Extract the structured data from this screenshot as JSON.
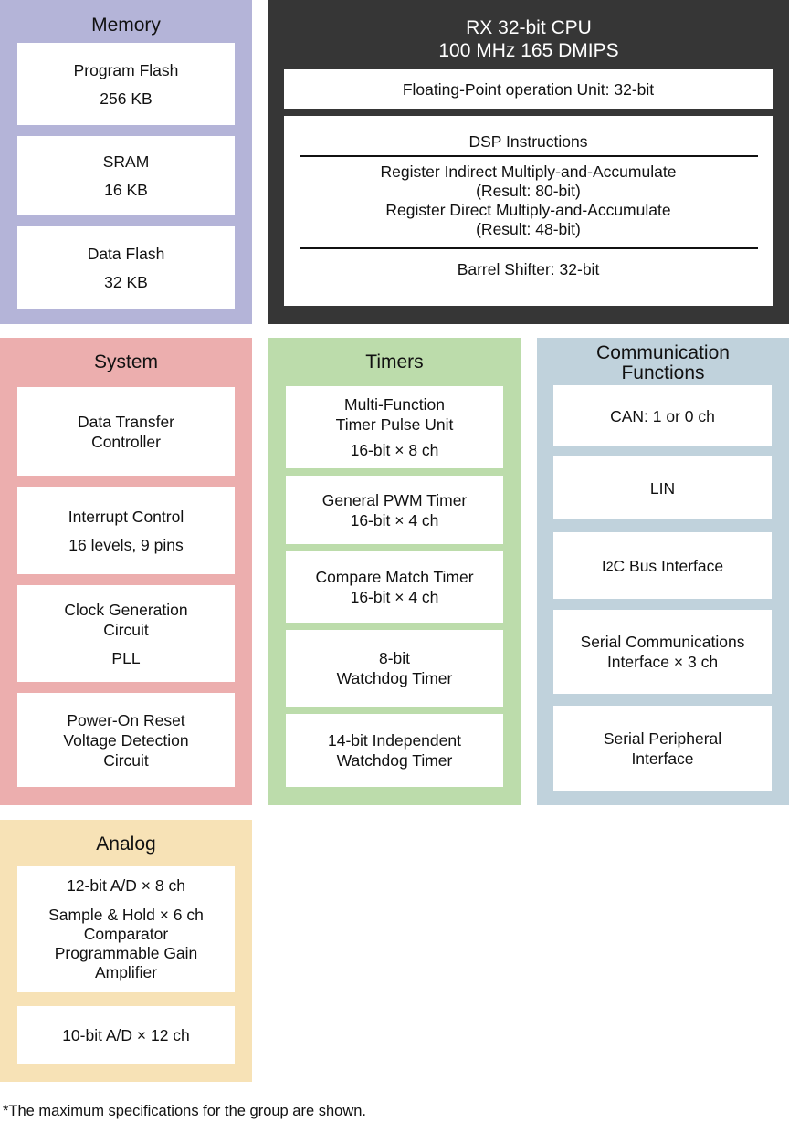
{
  "memory": {
    "title": "Memory",
    "color": "#b4b4d8",
    "items": [
      {
        "name": "Program Flash",
        "value": "256 KB"
      },
      {
        "name": "SRAM",
        "value": "16 KB"
      },
      {
        "name": "Data Flash",
        "value": "32 KB"
      }
    ]
  },
  "cpu": {
    "title_line1": "RX 32-bit CPU",
    "title_line2": "100 MHz  165 DMIPS",
    "color": "#363636",
    "fpu": "Floating-Point operation Unit: 32-bit",
    "dsp": {
      "header": "DSP Instructions",
      "l1": "Register Indirect Multiply-and-Accumulate",
      "l2": "(Result: 80-bit)",
      "l3": "Register Direct Multiply-and-Accumulate",
      "l4": "(Result: 48-bit)",
      "footer": "Barrel Shifter: 32-bit"
    }
  },
  "system": {
    "title": "System",
    "color": "#ecaeae",
    "items": [
      {
        "l1": "Data Transfer",
        "l2": "Controller"
      },
      {
        "l1": "Interrupt Control",
        "l2": "16 levels, 9 pins"
      },
      {
        "l1": "Clock Generation",
        "l2": "Circuit",
        "l3": "PLL"
      },
      {
        "l1": "Power-On Reset",
        "l2": "Voltage Detection",
        "l3": "Circuit"
      }
    ]
  },
  "timers": {
    "title": "Timers",
    "color": "#bcdcab",
    "items": [
      {
        "l1": "Multi-Function",
        "l2": "Timer Pulse Unit",
        "l3": "16-bit × 8 ch"
      },
      {
        "l1": "General PWM Timer",
        "l2": "16-bit × 4 ch"
      },
      {
        "l1": "Compare Match Timer",
        "l2": "16-bit × 4 ch"
      },
      {
        "l1": "8-bit",
        "l2": "Watchdog Timer"
      },
      {
        "l1": "14-bit Independent",
        "l2": "Watchdog Timer"
      }
    ]
  },
  "comm": {
    "title_line1": "Communication",
    "title_line2": "Functions",
    "color": "#c0d2dc",
    "items": [
      {
        "l1": "CAN: 1 or 0 ch"
      },
      {
        "l1": "LIN"
      },
      {
        "pre": "I",
        "sup": "2",
        "post": "C Bus Interface"
      },
      {
        "l1": "Serial Communications",
        "l2": "Interface × 3 ch"
      },
      {
        "l1": "Serial Peripheral",
        "l2": "Interface"
      }
    ]
  },
  "analog": {
    "title": "Analog",
    "color": "#f7e2b6",
    "items": [
      {
        "l1": "12-bit A/D × 8 ch",
        "l2": "Sample & Hold × 6 ch",
        "l3": "Comparator",
        "l4": "Programmable Gain",
        "l5": "Amplifier"
      },
      {
        "l1": "10-bit A/D × 12 ch"
      }
    ]
  },
  "footnote": "*The maximum specifications for the group are shown."
}
